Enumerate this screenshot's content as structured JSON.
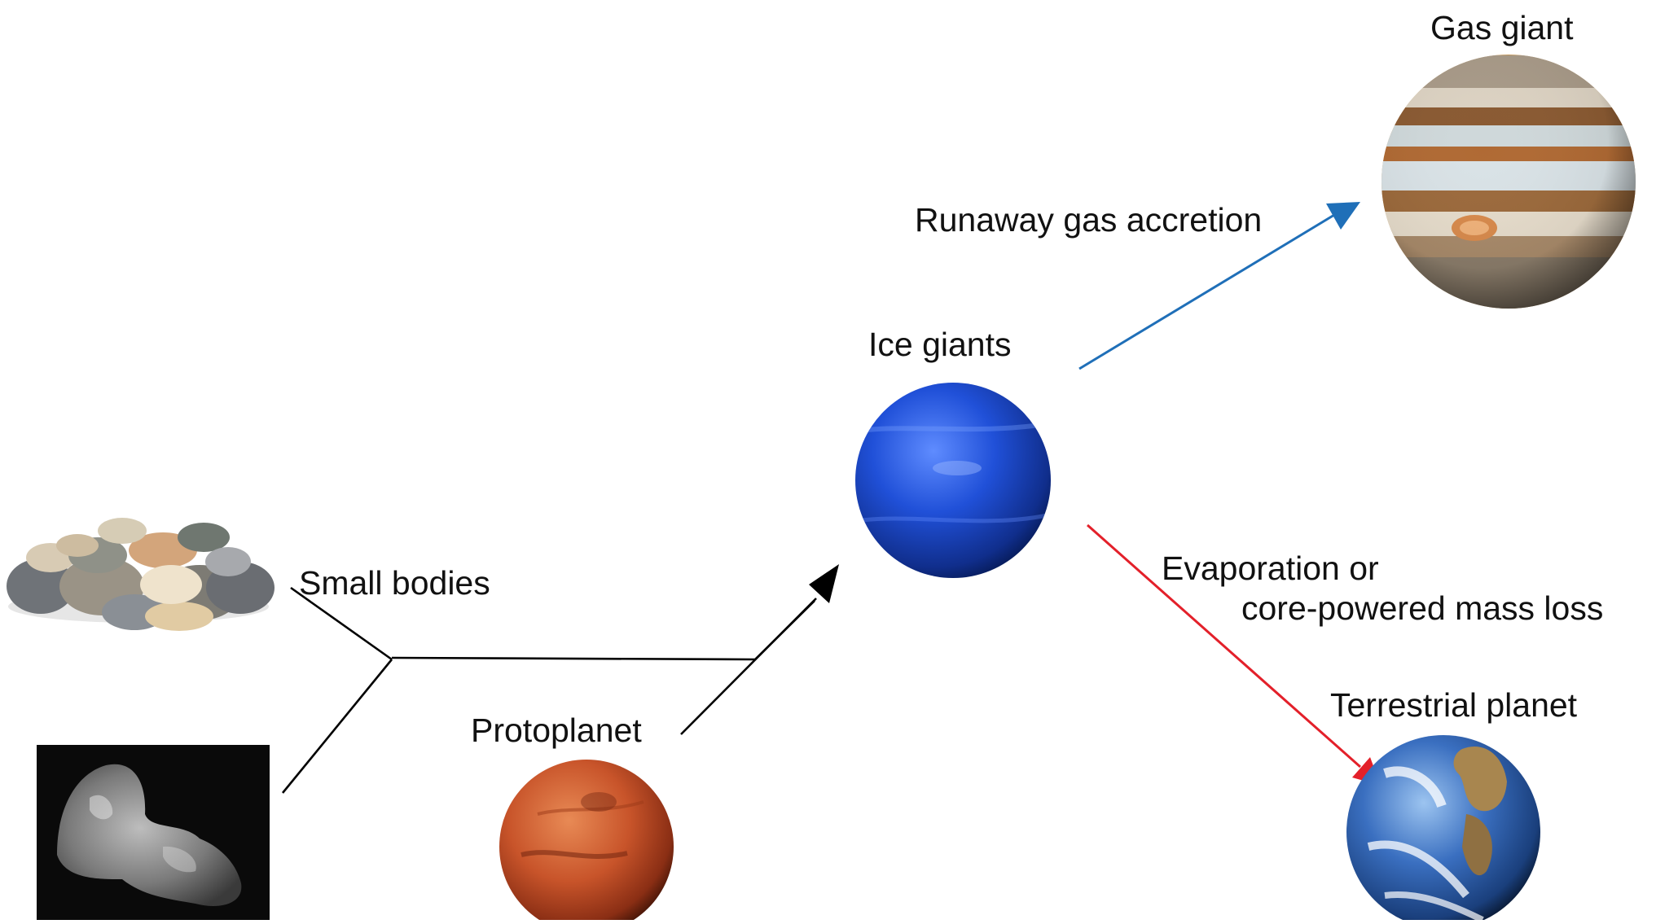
{
  "labels": {
    "small_bodies": "Small bodies",
    "protoplanet": "Protoplanet",
    "ice_giants": "Ice giants",
    "gas_giant": "Gas giant",
    "terrestrial_planet": "Terrestrial planet",
    "runaway": "Runaway gas accretion",
    "evaporation_line1": "Evaporation or",
    "evaporation_line2": "core-powered mass loss"
  },
  "colors": {
    "arrow_default": "#000000",
    "arrow_gas": "#1f6fb8",
    "arrow_loss": "#e3202a",
    "ice_giant": "#1f4fd4",
    "protoplanet": "#c8542a",
    "gas_giant": "#c89a5c",
    "terrestrial": "#3a6fc0",
    "comet_bg": "#0a0a0a"
  }
}
